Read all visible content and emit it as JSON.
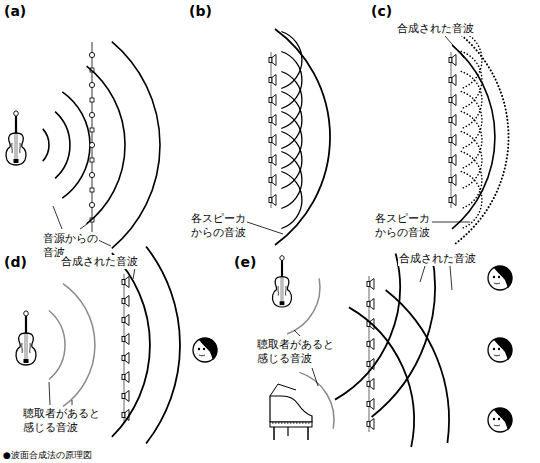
{
  "diagram": {
    "caption": "●波面合成法の原理図",
    "labels": [
      "(a)",
      "音源からの 音波",
      "(b)",
      "各スピーカ からの音波",
      "(c)",
      "合成された音波",
      "各スピーカ からの音波",
      "(d)",
      "合成された音波",
      "聴取者があると 感じる音波",
      "(e)",
      "合成された音波",
      "聴取者があると 感じる音波"
    ]
  }
}
